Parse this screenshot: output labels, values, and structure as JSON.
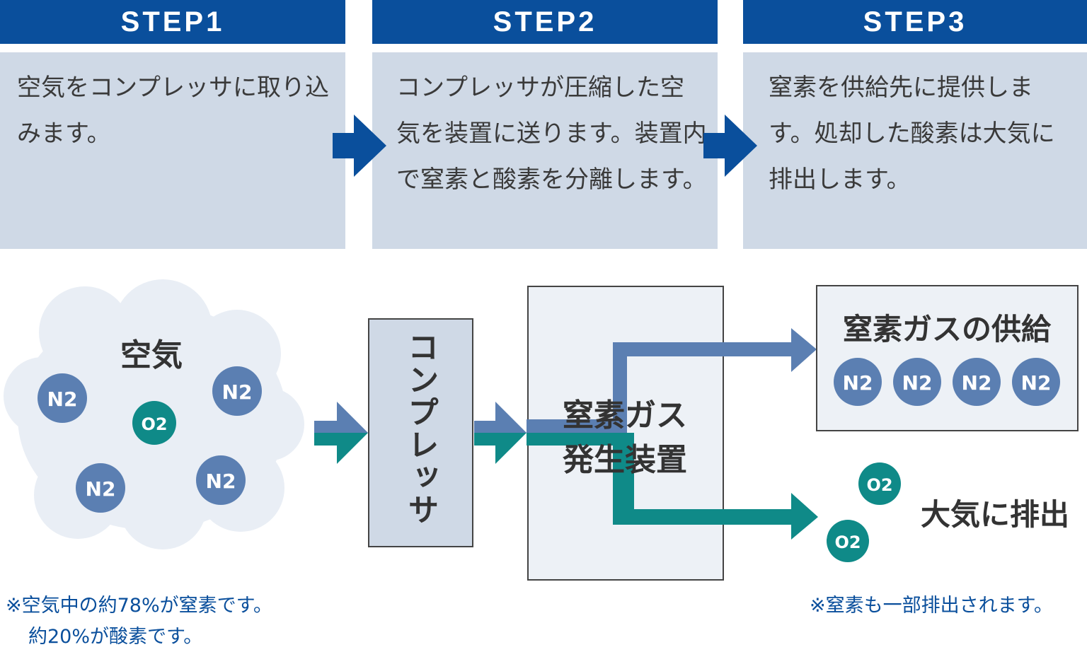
{
  "steps": [
    {
      "title": "STEP1",
      "text": "空気をコンプレッサに取り込みます。"
    },
    {
      "title": "STEP2",
      "text": "コンプレッサが圧縮した空気を装置に送ります。装置内で窒素と酸素を分離します。"
    },
    {
      "title": "STEP3",
      "text": "窒素を供給先に提供します。処却した酸素は大気に排出します。"
    }
  ],
  "diagram": {
    "air_label": "空気",
    "n2": "N2",
    "o2": "O2",
    "compressor": "コンプレッサ",
    "generator_line1": "窒素ガス",
    "generator_line2": "発生装置",
    "supply_label": "窒素ガスの供給",
    "exhaust_label": "大気に排出"
  },
  "notes": {
    "air_line1": "※空気中の約78%が窒素です。",
    "air_line2": "約20%が酸素です。",
    "exhaust": "※窒素も一部排出されます。"
  },
  "colors": {
    "header": "#0a4f9c",
    "panel": "#cfd9e6",
    "nitrogen": "#5b7fb2",
    "oxygen": "#0f8a88",
    "cloud": "#e9eef5",
    "box": "#edf1f6"
  }
}
